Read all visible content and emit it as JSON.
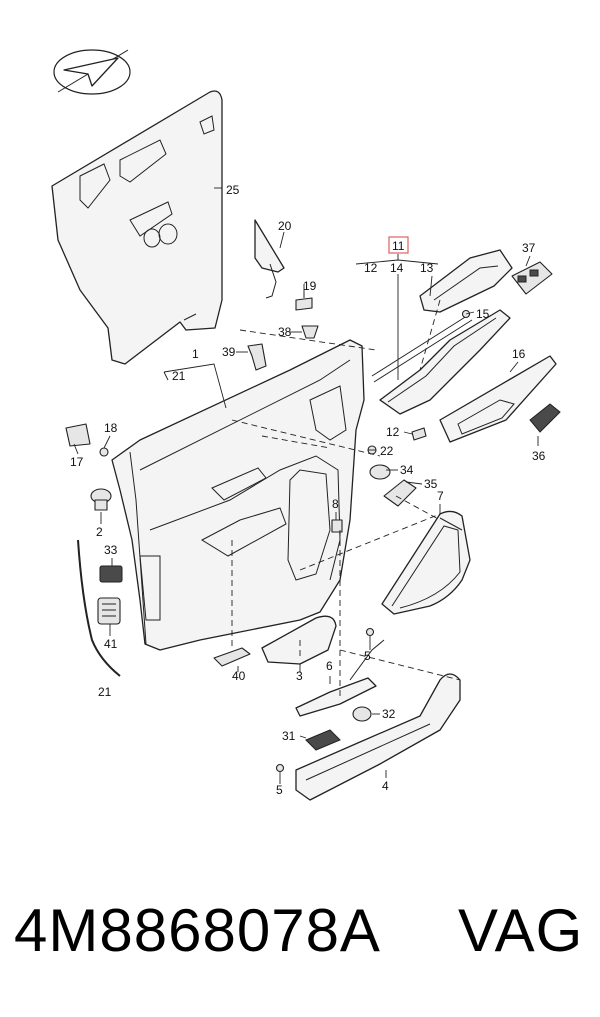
{
  "diagram": {
    "callouts": [
      {
        "id": "1",
        "text": "1"
      },
      {
        "id": "2",
        "text": "2"
      },
      {
        "id": "3",
        "text": "3"
      },
      {
        "id": "4",
        "text": "4"
      },
      {
        "id": "5a",
        "text": "5"
      },
      {
        "id": "5b",
        "text": "5"
      },
      {
        "id": "6",
        "text": "6"
      },
      {
        "id": "7",
        "text": "7"
      },
      {
        "id": "8",
        "text": "8"
      },
      {
        "id": "11",
        "text": "11"
      },
      {
        "id": "12a",
        "text": "12"
      },
      {
        "id": "12b",
        "text": "12"
      },
      {
        "id": "13",
        "text": "13"
      },
      {
        "id": "14",
        "text": "14"
      },
      {
        "id": "15",
        "text": "15"
      },
      {
        "id": "16",
        "text": "16"
      },
      {
        "id": "17",
        "text": "17"
      },
      {
        "id": "18",
        "text": "18"
      },
      {
        "id": "19",
        "text": "19"
      },
      {
        "id": "20",
        "text": "20"
      },
      {
        "id": "21a",
        "text": "21"
      },
      {
        "id": "21b",
        "text": "21"
      },
      {
        "id": "22",
        "text": "22"
      },
      {
        "id": "25",
        "text": "25"
      },
      {
        "id": "31",
        "text": "31"
      },
      {
        "id": "32",
        "text": "32"
      },
      {
        "id": "33",
        "text": "33"
      },
      {
        "id": "34",
        "text": "34"
      },
      {
        "id": "35",
        "text": "35"
      },
      {
        "id": "36",
        "text": "36"
      },
      {
        "id": "37",
        "text": "37"
      },
      {
        "id": "38",
        "text": "38"
      },
      {
        "id": "39",
        "text": "39"
      },
      {
        "id": "40",
        "text": "40"
      },
      {
        "id": "41",
        "text": "41"
      }
    ],
    "highlighted_callout": "11",
    "highlight_color": "#e06060"
  },
  "caption": {
    "part_number": "4M8868078A",
    "brand": "VAG"
  }
}
